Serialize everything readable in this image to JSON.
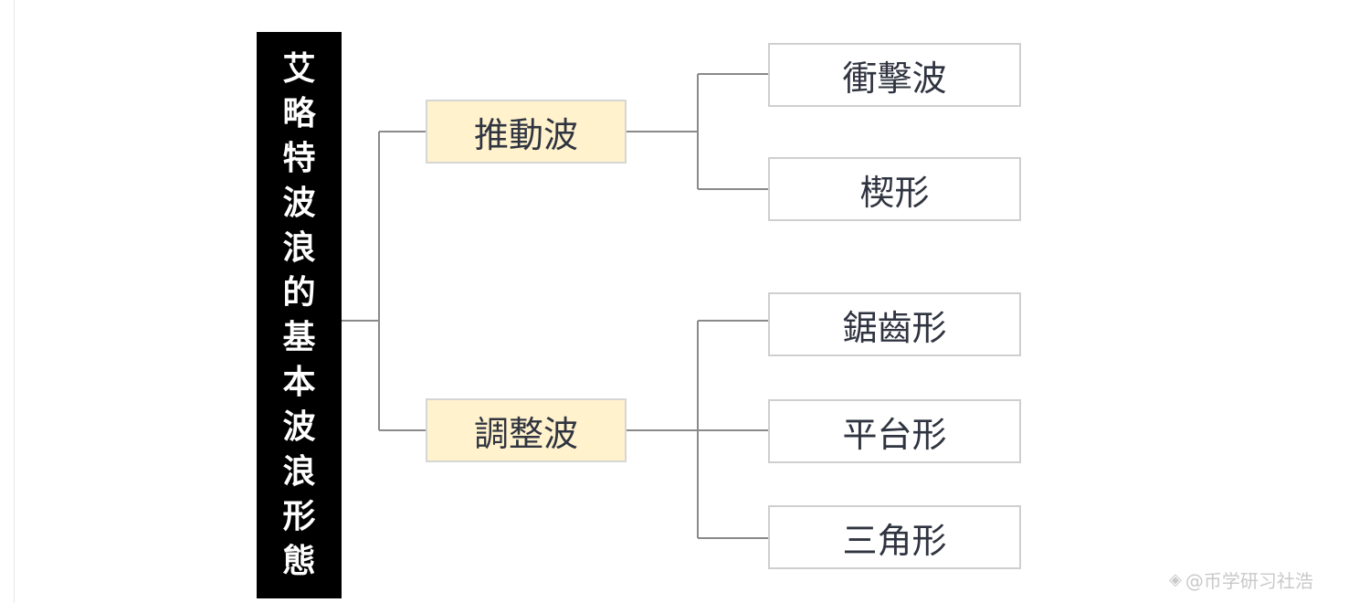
{
  "root": {
    "label": "艾略特波浪的基本波浪形態"
  },
  "branches": [
    {
      "label": "推動波",
      "children": [
        "衝擊波",
        "楔形"
      ]
    },
    {
      "label": "調整波",
      "children": [
        "鋸齒形",
        "平台形",
        "三角形"
      ]
    }
  ],
  "watermark": {
    "text": "@币学研习社浩",
    "icon": "diamond-logo-icon"
  },
  "colors": {
    "root_bg": "#000000",
    "root_text": "#ffffff",
    "mid_bg": "#fff2cc",
    "leaf_bg": "#ffffff",
    "border": "#d0d0d0",
    "connector": "#8a8a8a",
    "text": "#2f3440"
  }
}
